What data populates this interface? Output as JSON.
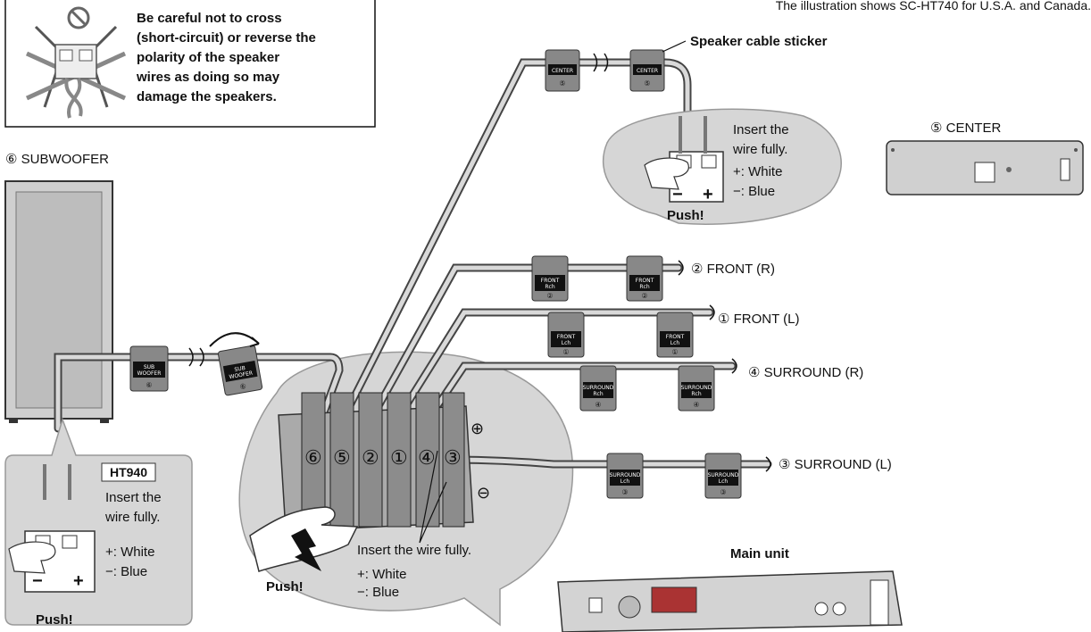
{
  "header_note": "The illustration shows SC-HT740 for U.S.A. and Canada.",
  "warning": {
    "lines": [
      "Be careful not to cross",
      "(short-circuit) or reverse the",
      "polarity of the speaker",
      "wires as doing so may",
      "damage the speakers."
    ],
    "icon": "no-crossed-wires-icon"
  },
  "sticker_callout": "Speaker cable sticker",
  "center_callout": {
    "title": "⑤ CENTER",
    "insert_lines": [
      "Insert the",
      "wire fully."
    ],
    "plus_text": "+: White",
    "minus_text": "−: Blue",
    "push": "Push!",
    "tag": [
      "CENTER",
      "⑤"
    ]
  },
  "subwoofer": {
    "title": "⑥ SUBWOOFER",
    "tag": [
      "SUB",
      "WOOFER",
      "⑥"
    ]
  },
  "ht940_callout": {
    "badge": "HT940",
    "insert_lines": [
      "Insert the",
      "wire fully."
    ],
    "plus_text": "+: White",
    "minus_text": "−: Blue",
    "push": "Push!"
  },
  "speaker_lines": [
    {
      "label": "② FRONT (R)",
      "tag": [
        "FRONT",
        "Rch",
        "②"
      ]
    },
    {
      "label": "① FRONT (L)",
      "tag": [
        "FRONT",
        "Lch",
        "①"
      ]
    },
    {
      "label": "④ SURROUND (R)",
      "tag": [
        "SURROUND",
        "Rch",
        "④"
      ]
    },
    {
      "label": "③ SURROUND (L)",
      "tag": [
        "SURROUND",
        "Lch",
        "③"
      ]
    }
  ],
  "terminal_callout": {
    "numbers": [
      "⑥",
      "⑤",
      "②",
      "①",
      "④",
      "③"
    ],
    "plus_symbol": "⊕",
    "minus_symbol": "⊖",
    "insert": "Insert the wire fully.",
    "plus_text": "+: White",
    "minus_text": "−: Blue",
    "push": "Push!"
  },
  "main_unit": {
    "label": "Main unit"
  }
}
